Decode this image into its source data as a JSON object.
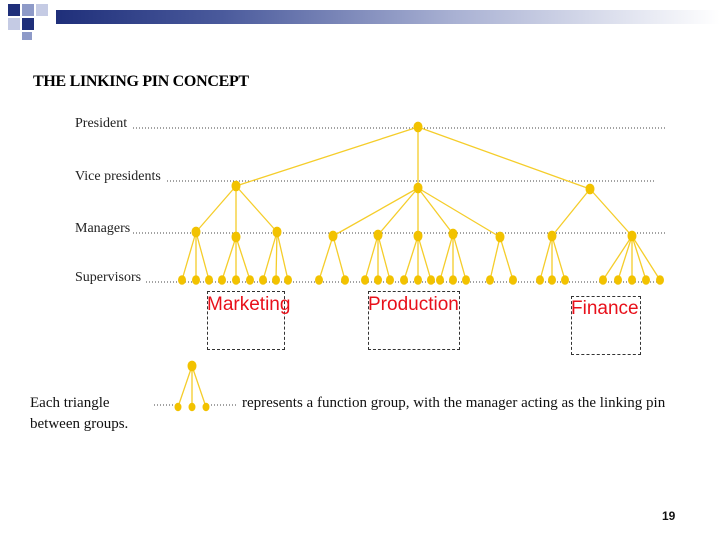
{
  "title": "THE LINKING PIN CONCEPT",
  "levels": {
    "president": "President",
    "vice_presidents": "Vice presidents",
    "managers": "Managers",
    "supervisors": "Supervisors"
  },
  "functions": {
    "marketing": "Marketing",
    "production": "Production",
    "finance": "Finance"
  },
  "caption": {
    "part1": "Each triangle",
    "part2": "represents a function group, with the manager acting as the linking pin",
    "part3": "between groups."
  },
  "page_number": "19",
  "colors": {
    "node": "#f2c200",
    "line": "#f5cd2a",
    "function_label": "#e8101a",
    "header_bar_dark": "#1f2f7a"
  }
}
